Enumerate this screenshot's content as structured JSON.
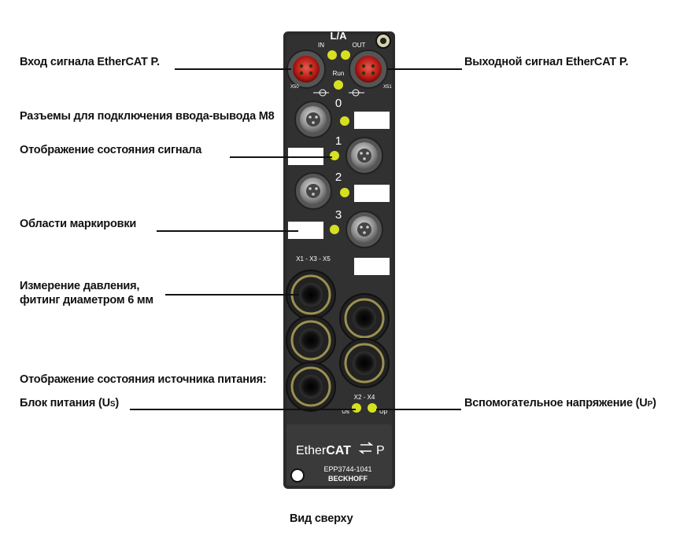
{
  "labels": {
    "ethercat_in": "Вход сигнала EtherCAT P.",
    "ethercat_out": "Выходной сигнал EtherCAT P.",
    "m8_connectors": "Разъемы для подключения ввода-вывода M8",
    "signal_status": "Отображение состояния сигнала",
    "marking_areas": "Области маркировки",
    "pressure_line1": "Измерение давления,",
    "pressure_line2": "фитинг диаметром 6 мм",
    "power_status": "Отображение состояния источника питания:",
    "power_block_pre": "Блок питания (U",
    "power_block_sub": "S",
    "power_block_post": ")",
    "aux_voltage_pre": "Вспомогательное напряжение (U",
    "aux_voltage_sub": "P",
    "aux_voltage_post": ")",
    "caption": "Вид сверху"
  },
  "device": {
    "la": "L/A",
    "in": "IN",
    "out": "OUT",
    "run": "Run",
    "x50": "X50",
    "x51": "X51",
    "ch0": "0",
    "ch1": "1",
    "ch2": "2",
    "ch3": "3",
    "x1_x3_x5": "X1 - X3 - X5",
    "x2_x4": "X2 - X4",
    "us": "Us",
    "up": "Up",
    "brand_ether": "Ether",
    "brand_cat": "CAT",
    "brand_p": "P",
    "model": "EPP3744-1041",
    "maker": "BECKHOFF"
  },
  "colors": {
    "housing": "#2a2a2a",
    "led": "#d6e021",
    "connector_red": "#c8201c",
    "fitting_ring": "#9a9050"
  }
}
